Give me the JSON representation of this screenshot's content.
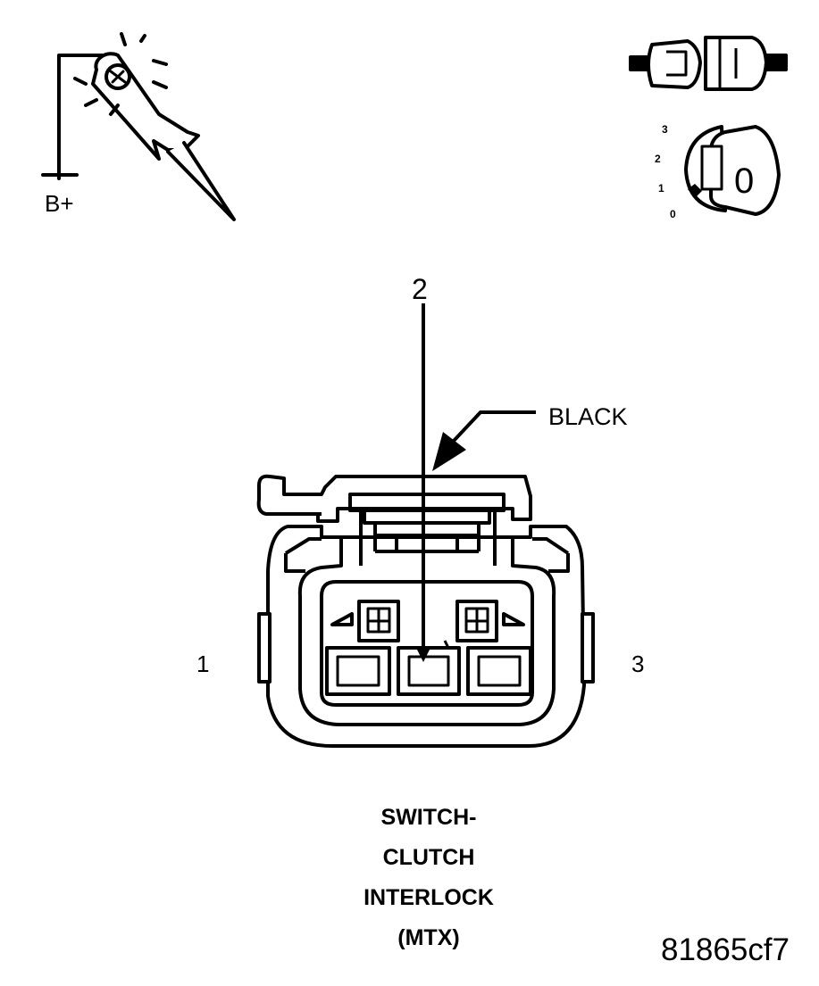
{
  "probe_icon": {
    "voltage_label": "B+"
  },
  "ignition_icon": {
    "positions": [
      "3",
      "2",
      "1",
      "0"
    ],
    "key_label": "0"
  },
  "connector": {
    "pin_label": "2",
    "color_label": "BLACK",
    "left_pin": "1",
    "right_pin": "3"
  },
  "caption": [
    "SWITCH-",
    "CLUTCH",
    "INTERLOCK",
    "(MTX)"
  ],
  "figure_id": "81865cf7"
}
